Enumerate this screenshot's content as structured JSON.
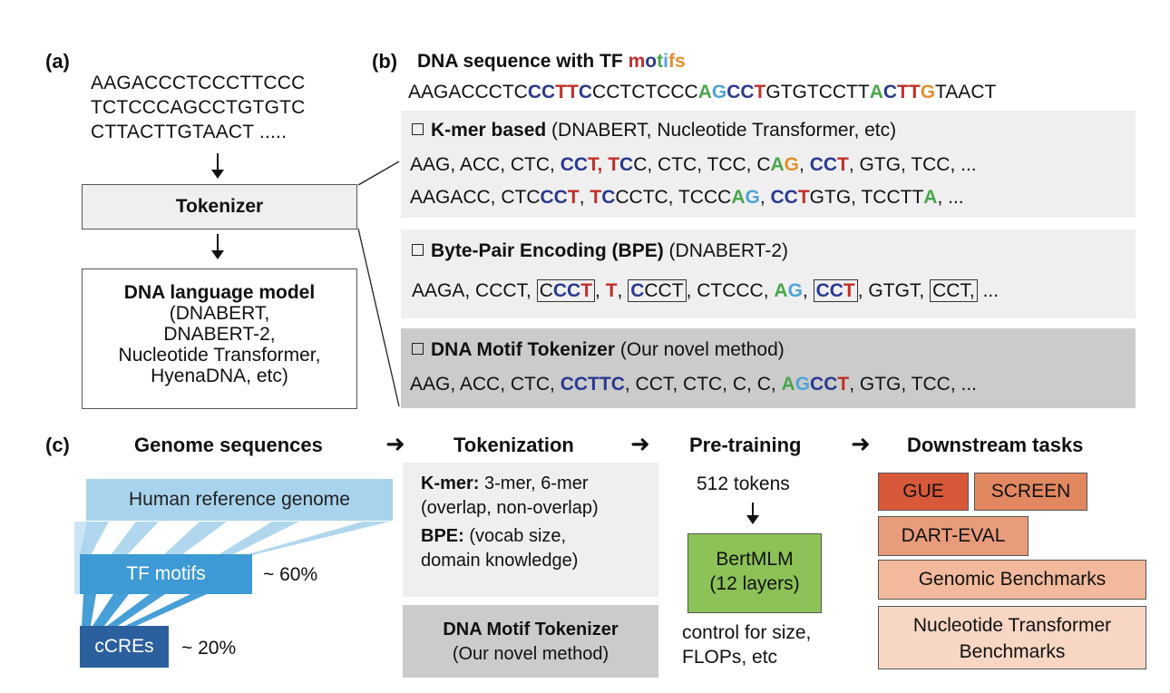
{
  "panel_a": {
    "label": "(a)",
    "seq_lines": [
      "AAGACCCTCCCTTCCC",
      "TCTCCCAGCCTGTGTC",
      "CTTACTTGTAACT ....."
    ],
    "tokenizer": "Tokenizer",
    "model_title": "DNA language model",
    "model_lines": [
      "(DNABERT,",
      "DNABERT-2,",
      "Nucleotide Transformer,",
      "HyenaDNA, etc)"
    ]
  },
  "panel_b": {
    "label": "(b)",
    "title_prefix": "DNA sequence with TF ",
    "title_motifs": [
      "m",
      "o",
      "t",
      "i",
      "f",
      "s"
    ],
    "sequence": [
      {
        "t": "AAGACCCTC",
        "c": ""
      },
      {
        "t": "CC",
        "c": "blue"
      },
      {
        "t": "TT",
        "c": "red"
      },
      {
        "t": "C",
        "c": "blue"
      },
      {
        "t": "CCTCTCCC",
        "c": ""
      },
      {
        "t": "A",
        "c": "green"
      },
      {
        "t": "G",
        "c": "lblue"
      },
      {
        "t": "CC",
        "c": "blue"
      },
      {
        "t": "T",
        "c": "red"
      },
      {
        "t": "GTGTCCTT",
        "c": ""
      },
      {
        "t": "A",
        "c": "green"
      },
      {
        "t": "C",
        "c": "blue"
      },
      {
        "t": "TT",
        "c": "red"
      },
      {
        "t": "G",
        "c": "orange"
      },
      {
        "t": "TAACT",
        "c": ""
      }
    ],
    "kmer": {
      "title": "K-mer based",
      "subtitle": " (DNABERT, Nucleotide Transformer, etc)",
      "line1": [
        {
          "t": "AAG, ACC, CTC, ",
          "c": ""
        },
        {
          "t": "CC",
          "c": "blue"
        },
        {
          "t": "T, T",
          "c": "red"
        },
        {
          "t": "C",
          "c": "blue"
        },
        {
          "t": "C, CTC, TCC, C",
          "c": ""
        },
        {
          "t": "A",
          "c": "green"
        },
        {
          "t": "G",
          "c": "orange"
        },
        {
          "t": ", ",
          "c": ""
        },
        {
          "t": "CC",
          "c": "blue"
        },
        {
          "t": "T",
          "c": "red"
        },
        {
          "t": ", GTG, TCC, ...",
          "c": ""
        }
      ],
      "line2": [
        {
          "t": "AAGACC, CTC",
          "c": ""
        },
        {
          "t": "CC",
          "c": "blue"
        },
        {
          "t": "T",
          "c": "red"
        },
        {
          "t": ", ",
          "c": ""
        },
        {
          "t": "T",
          "c": "red"
        },
        {
          "t": "C",
          "c": "blue"
        },
        {
          "t": "CCTC, TCCC",
          "c": ""
        },
        {
          "t": "A",
          "c": "green"
        },
        {
          "t": "G",
          "c": "lblue"
        },
        {
          "t": ", ",
          "c": ""
        },
        {
          "t": "CC",
          "c": "blue"
        },
        {
          "t": "T",
          "c": "red"
        },
        {
          "t": "GTG, TCCTT",
          "c": ""
        },
        {
          "t": "A",
          "c": "green"
        },
        {
          "t": ", ...",
          "c": ""
        }
      ]
    },
    "bpe": {
      "title": "Byte-Pair Encoding (BPE)",
      "subtitle": " (DNABERT-2)",
      "line": [
        {
          "t": "AAGA, CCCT, ",
          "c": "",
          "box": false
        },
        {
          "t": "C",
          "c": "",
          "box": "open",
          "parts": [
            {
              "t": "C",
              "c": ""
            },
            {
              "t": "CC",
              "c": "blue"
            },
            {
              "t": "T",
              "c": "red"
            }
          ]
        },
        {
          "t": ", ",
          "c": "",
          "box": false
        },
        {
          "t": "T",
          "c": "red",
          "box": false
        },
        {
          "t": ", ",
          "c": "",
          "box": false
        },
        {
          "t": "C",
          "c": "",
          "box": "open",
          "parts": [
            {
              "t": "C",
              "c": "blue"
            },
            {
              "t": "CCT",
              "c": ""
            }
          ]
        },
        {
          "t": ", CTCCC, ",
          "c": "",
          "box": false
        },
        {
          "t": "A",
          "c": "",
          "box": false,
          "parts": [
            {
              "t": "A",
              "c": "green"
            },
            {
              "t": "G",
              "c": "lblue"
            }
          ]
        },
        {
          "t": ", ",
          "c": "",
          "box": false
        },
        {
          "t": "C",
          "c": "",
          "box": "open",
          "parts": [
            {
              "t": "CC",
              "c": "blue"
            },
            {
              "t": "T",
              "c": "red"
            }
          ]
        },
        {
          "t": ", GTGT, ",
          "c": "",
          "box": false
        },
        {
          "t": "C",
          "c": "",
          "box": "open",
          "parts": [
            {
              "t": "CCT,",
              "c": ""
            }
          ]
        },
        {
          "t": " ...",
          "c": "",
          "box": false
        }
      ]
    },
    "motif": {
      "title": "DNA Motif Tokenizer",
      "subtitle": " (Our novel method)",
      "line": [
        {
          "t": "AAG, ACC, CTC, ",
          "c": ""
        },
        {
          "t": "CCTTC",
          "c": "blue"
        },
        {
          "t": ", CCT, CTC, C, C, ",
          "c": ""
        },
        {
          "t": "A",
          "c": "green"
        },
        {
          "t": "G",
          "c": "lblue"
        },
        {
          "t": "CC",
          "c": "blue"
        },
        {
          "t": "T",
          "c": "red"
        },
        {
          "t": ", GTG, TCC, ...",
          "c": ""
        }
      ]
    }
  },
  "panel_c": {
    "label": "(c)",
    "headers": [
      "Genome sequences",
      "Tokenization",
      "Pre-training",
      "Downstream tasks"
    ],
    "genome": {
      "human": "Human reference genome",
      "tf": "TF motifs",
      "tf_pct": "~ 60%",
      "ccre": "cCREs",
      "ccre_pct": "~ 20%"
    },
    "tokenization": {
      "kmer_label": "K-mer:",
      "kmer_text": " 3-mer, 6-mer",
      "kmer_text2": "(overlap, non-overlap)",
      "bpe_label": "BPE:",
      "bpe_text": " (vocab size,",
      "bpe_text2": "domain knowledge)",
      "motif_title": "DNA Motif Tokenizer",
      "motif_sub": "(Our novel method)"
    },
    "pretraining": {
      "tokens": "512 tokens",
      "model": "BertMLM",
      "layers": "(12 layers)",
      "control1": "control for size,",
      "control2": "FLOPs, etc"
    },
    "downstream": {
      "gue": "GUE",
      "screen": "SCREEN",
      "dart": "DART-EVAL",
      "genomic": "Genomic Benchmarks",
      "nt1": "Nucleotide Transformer",
      "nt2": "Benchmarks"
    },
    "colors": {
      "human": "#a8d3ec",
      "tf": "#3d9ad4",
      "ccre": "#2b5f9e",
      "gue": "#d8593a",
      "screen": "#e28860",
      "dart": "#e89c7b",
      "genomic": "#f2b99c",
      "nt": "#f7d6c4",
      "bert": "#8cc257"
    }
  }
}
